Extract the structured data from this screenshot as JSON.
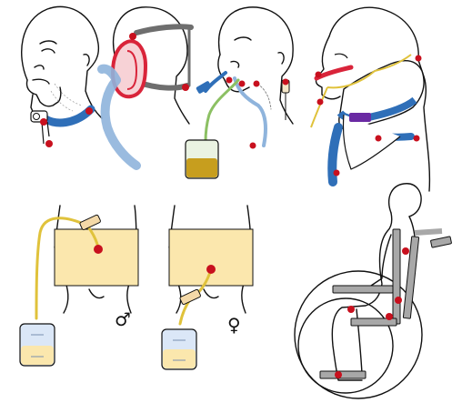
{
  "colors": {
    "pressure_point": "#c8101e",
    "skin_outline": "#111111",
    "hair_lines": "#888888",
    "tracheostomy_collar": "#2f6fb8",
    "oxygen_tubing": "#8fb4dc",
    "mask_frame": "#d9243a",
    "mask_strap": "#6e6e6e",
    "feeding_tube": "#8cc063",
    "drainage_bag_fluid": "#c79e1e",
    "cervical_collar": "#2f6fb8",
    "collar_clip": "#6a2aa3",
    "catheter_tube": "#e0c23b",
    "abdomen_band": "#fbe7ad",
    "urine_bag": "#dbe7f7",
    "wheelchair_frame": "#a8a8a8"
  },
  "panels": [
    {
      "id": "tracheostomy",
      "icon": "tracheostomy-device-icon"
    },
    {
      "id": "oxygen-mask",
      "icon": "oxygen-mask-icon"
    },
    {
      "id": "nasogastric-tube",
      "icon": "nasogastric-tube-icon"
    },
    {
      "id": "cervical-collar",
      "icon": "cervical-collar-icon"
    },
    {
      "id": "suprapubic-catheter-male",
      "icon": "male-symbol-icon"
    },
    {
      "id": "suprapubic-catheter-female",
      "icon": "female-symbol-icon"
    },
    {
      "id": "wheelchair",
      "icon": "wheelchair-icon"
    }
  ],
  "symbols": {
    "male": "♂",
    "female": "♀"
  }
}
